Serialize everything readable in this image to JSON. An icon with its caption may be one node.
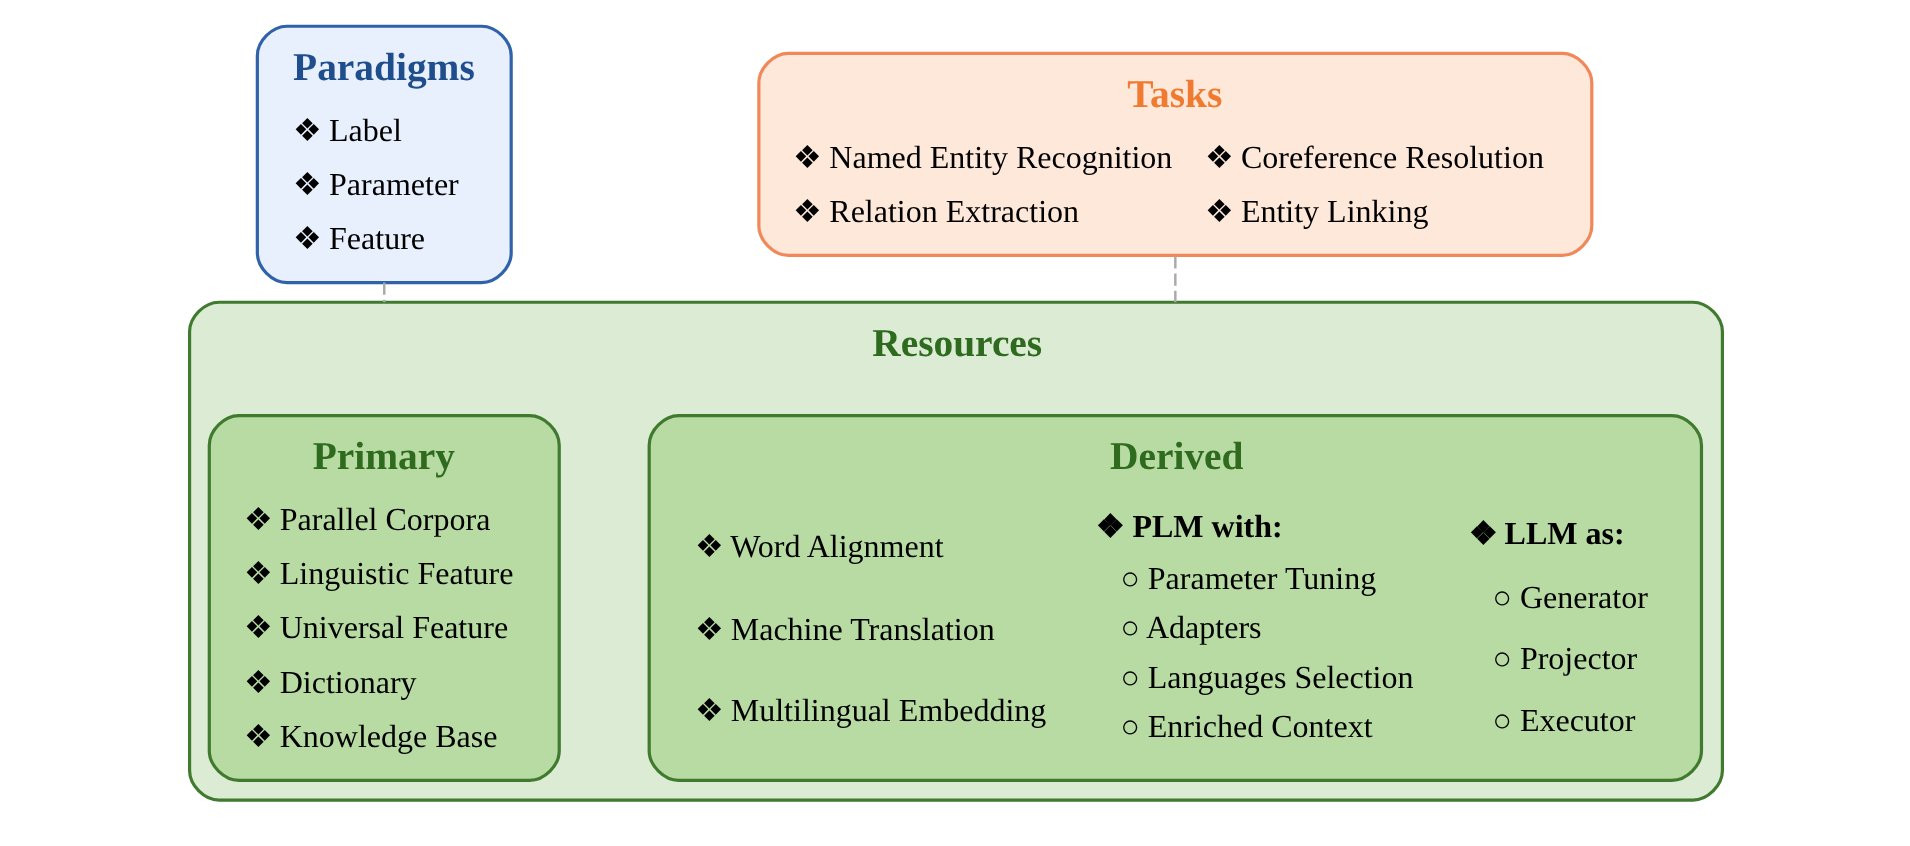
{
  "diagram": {
    "nodes": [
      {
        "text": [
          "Paradigms",
          "❖ Label",
          "❖ Parameter",
          "❖ Feature"
        ]
      },
      {
        "text": [
          "Tasks",
          "❖ Named Entity Recognition",
          "❖ Coreference Resolution",
          "❖ Relation Extraction",
          "❖ Entity Linking"
        ]
      },
      {
        "text": [
          "Resources"
        ]
      },
      {
        "text": [
          "Primary",
          "❖ Parallel Corpora",
          "❖ Linguistic Feature",
          "❖ Universal Feature",
          "❖ Dictionary",
          "❖ Knowledge Base"
        ],
        "in": 2
      },
      {
        "text": [
          "Derived",
          "❖ Word Alignment",
          "❖ Machine Translation",
          "❖ Multilingual Embedding",
          "❖ PLM with:",
          "○ Parameter Tuning",
          "○ Adapters",
          "○ Languages Selection",
          "○ Enriched Context",
          "❖ LLM as:",
          "○ Generator",
          "○ Projector",
          "○ Executor"
        ],
        "in": 2
      }
    ],
    "edges": [
      {
        "from": 0,
        "to": 2,
        "arrow": "none",
        "style": "dashed"
      },
      {
        "from": 1,
        "to": 2,
        "arrow": "none",
        "style": "dashed"
      }
    ]
  }
}
